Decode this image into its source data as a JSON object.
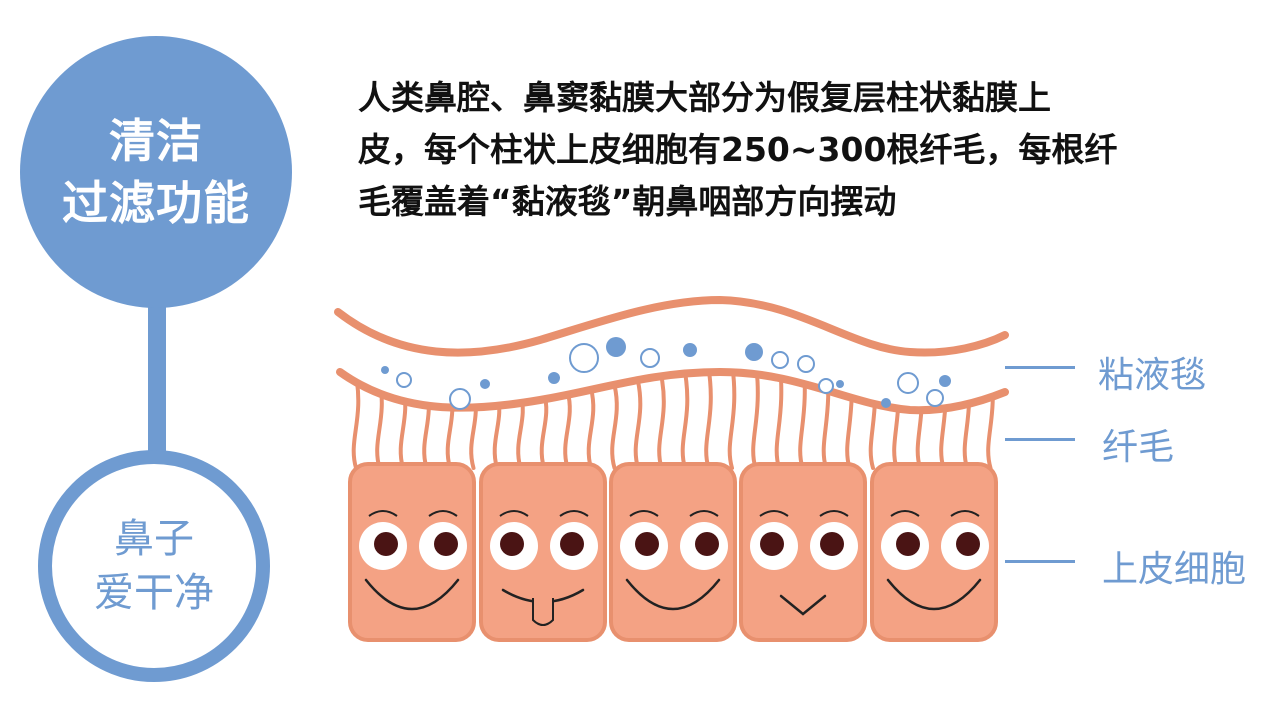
{
  "title_circle": {
    "line1": "清洁",
    "line2": "过滤功能"
  },
  "slogan_circle": {
    "line1": "鼻子",
    "line2": "爱干净"
  },
  "description": {
    "line1": "人类鼻腔、鼻窦黏膜大部分为假复层柱状黏膜上",
    "line2": "皮，每个柱状上皮细胞有250~300根纤毛，每根纤",
    "line3": "毛覆盖着“黏液毯”朝鼻咽部方向摆动"
  },
  "labels": {
    "mucus": "粘液毯",
    "cilia": "纤毛",
    "epithelium": "上皮细胞"
  },
  "colors": {
    "accent": "#6f9bd1",
    "cell": "#f4a284",
    "outline": "#e8906e",
    "pupil": "#4a1414"
  }
}
